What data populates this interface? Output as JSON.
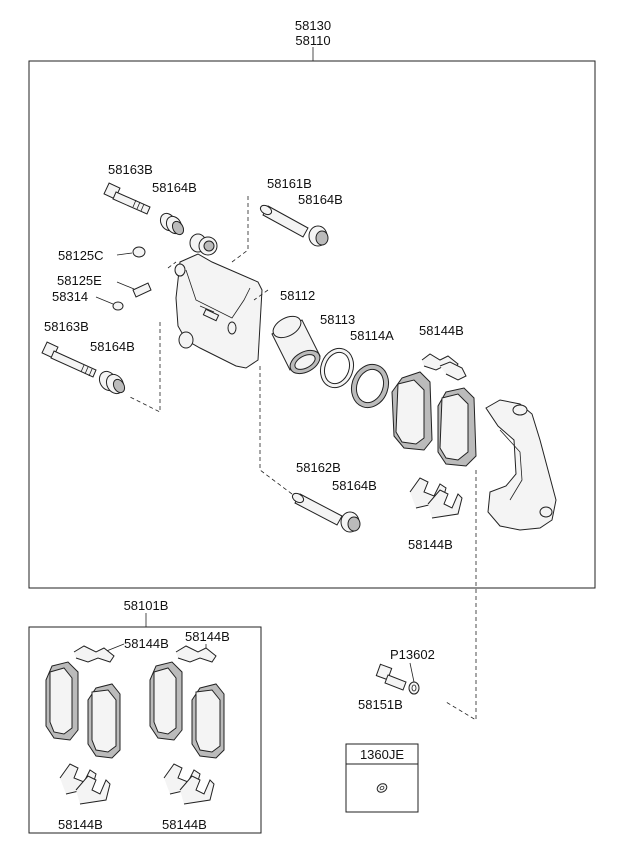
{
  "labels": {
    "assembly_top": "58130",
    "assembly_sub": "58110",
    "bolt_upper": "58163B",
    "boot_upper": "58164B",
    "pin_upper": "58161B",
    "boot_pin_upper": "58164B",
    "cap": "58125C",
    "bleeder": "58125E",
    "bleeder_cap": "58314",
    "bolt_lower": "58163B",
    "boot_lower": "58164B",
    "piston": "58112",
    "seal": "58113",
    "dust_boot": "58114A",
    "shim_top": "58144B",
    "pin_lower": "58162B",
    "boot_pin_lower": "58164B",
    "shim_bottom": "58144B",
    "pad_kit": "58101B",
    "kit_shim_tl": "58144B",
    "kit_shim_tr": "58144B",
    "kit_clip_bl": "58144B",
    "kit_clip_br": "58144B",
    "washer": "P13602",
    "bracket_bolt": "58151B",
    "legend_code": "1360JE"
  }
}
